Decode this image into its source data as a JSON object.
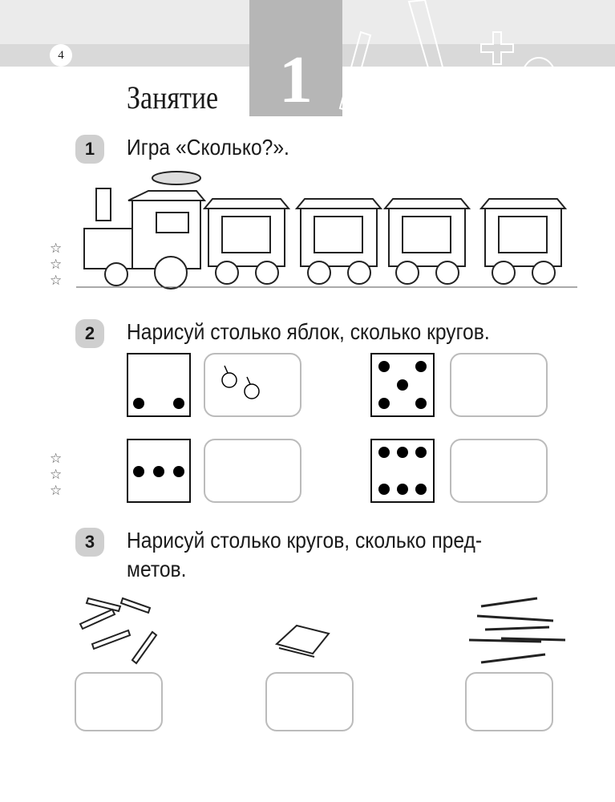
{
  "header": {
    "page_number": "4",
    "lesson_label": "Занятие",
    "lesson_number": "1"
  },
  "tasks": [
    {
      "number": "1",
      "text": "Игра «Сколько?»."
    },
    {
      "number": "2",
      "text": "Нарисуй столько яблок, сколько кругов."
    },
    {
      "number": "3",
      "text_line1": "Нарисуй столько кругов, сколько пред-",
      "text_line2": "метов."
    }
  ],
  "dice_counts": [
    2,
    5,
    3,
    6
  ],
  "stars": "☆",
  "colors": {
    "band": "#ebebeb",
    "lesson_box": "#b6b6b6"
  }
}
